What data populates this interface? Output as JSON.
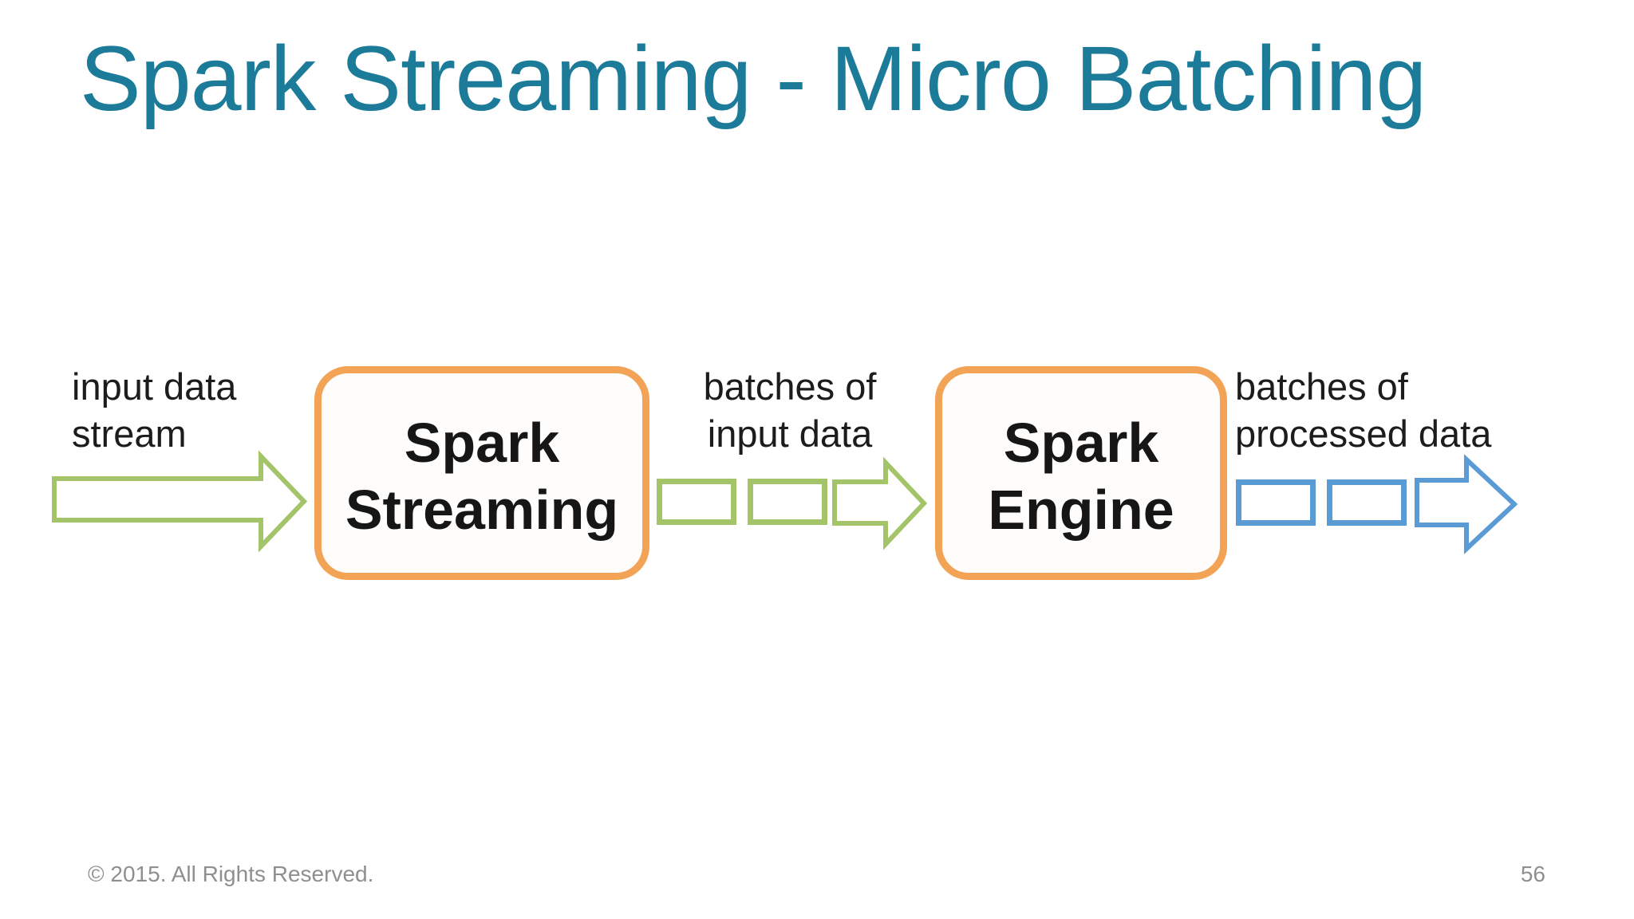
{
  "slide": {
    "title": "Spark Streaming - Micro Batching",
    "footer": "© 2015. All Rights Reserved.",
    "page_number": "56"
  },
  "diagram": {
    "input_label": {
      "line1": "input data",
      "line2": "stream"
    },
    "streaming_box": {
      "line1": "Spark",
      "line2": "Streaming"
    },
    "batches_input_label": {
      "line1": "batches of",
      "line2": "input data"
    },
    "engine_box": {
      "line1": "Spark",
      "line2": "Engine"
    },
    "batches_processed_label": {
      "line1": "batches of",
      "line2": "processed data"
    }
  },
  "colors": {
    "title_teal": "#1b7b99",
    "arrow_green": "#a4c46a",
    "box_orange": "#f3a355",
    "batch_blue": "#5b9bd5",
    "label_black": "#1c1c1c",
    "footer_gray": "#8f8f8f",
    "background": "#ffffff",
    "shape_fill": "#ffffff"
  }
}
